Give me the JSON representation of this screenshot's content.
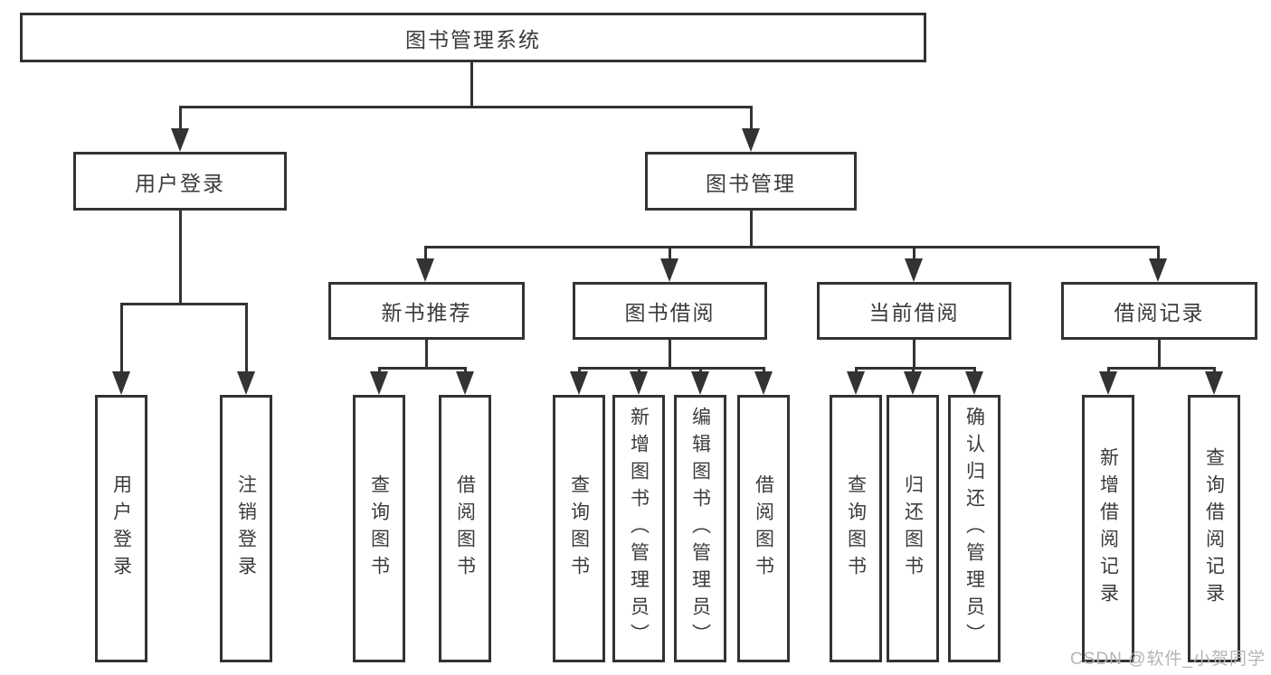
{
  "diagram": {
    "type": "tree",
    "root": {
      "label": "图书管理系统"
    },
    "level2": [
      {
        "label": "用户登录"
      },
      {
        "label": "图书管理"
      }
    ],
    "level3": [
      {
        "label": "新书推荐",
        "parent": "图书管理"
      },
      {
        "label": "图书借阅",
        "parent": "图书管理"
      },
      {
        "label": "当前借阅",
        "parent": "图书管理"
      },
      {
        "label": "借阅记录",
        "parent": "图书管理"
      }
    ],
    "leaves": [
      {
        "label": "用户登录",
        "parent": "用户登录"
      },
      {
        "label": "注销登录",
        "parent": "用户登录"
      },
      {
        "label": "查询图书",
        "parent": "新书推荐"
      },
      {
        "label": "借阅图书",
        "parent": "新书推荐"
      },
      {
        "label": "查询图书",
        "parent": "图书借阅"
      },
      {
        "label": "新增图书（管理员）",
        "parent": "图书借阅"
      },
      {
        "label": "编辑图书（管理员）",
        "parent": "图书借阅"
      },
      {
        "label": "借阅图书",
        "parent": "图书借阅"
      },
      {
        "label": "查询图书",
        "parent": "当前借阅"
      },
      {
        "label": "归还图书",
        "parent": "当前借阅"
      },
      {
        "label": "确认归还（管理员）",
        "parent": "当前借阅"
      },
      {
        "label": "新增借阅记录",
        "parent": "借阅记录"
      },
      {
        "label": "查询借阅记录",
        "parent": "借阅记录"
      }
    ]
  },
  "colors": {
    "line": "#333333",
    "text": "#3b3b3b",
    "background": "#ffffff",
    "watermark": "#b5b5b5"
  },
  "watermark": {
    "text": "CSDN @软件_小贺同学"
  }
}
